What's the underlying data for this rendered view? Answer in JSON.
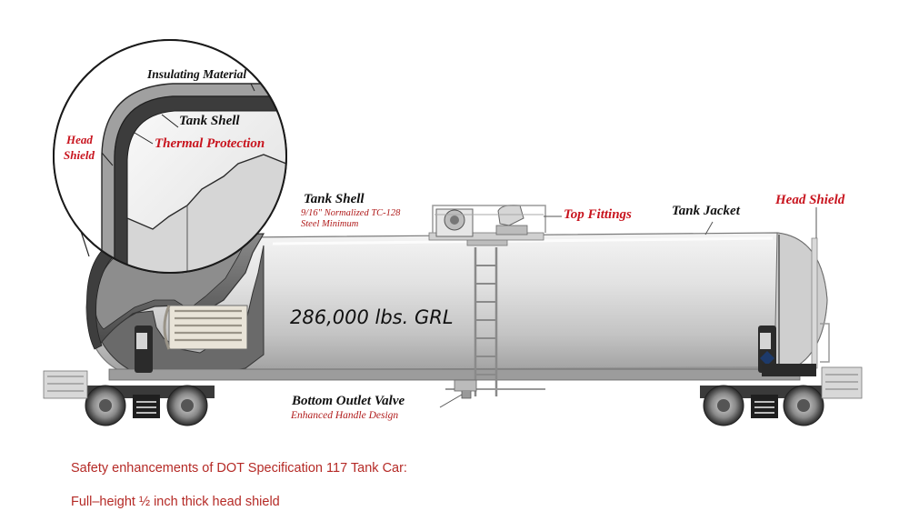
{
  "labels": {
    "insulating_material": "Insulating Material",
    "tank_shell_inset": "Tank Shell",
    "thermal_protection": "Thermal Protection",
    "head_shield_left_line1": "Head",
    "head_shield_left_line2": "Shield",
    "tank_shell": "Tank Shell",
    "tank_shell_spec_line1": "9/16\" Normalized TC-128",
    "tank_shell_spec_line2": "Steel Minimum",
    "top_fittings": "Top Fittings",
    "tank_jacket": "Tank Jacket",
    "head_shield_right": "Head Shield",
    "grl": "286,000 lbs. GRL",
    "bottom_outlet_valve": "Bottom Outlet Valve",
    "bottom_outlet_sub": "Enhanced Handle Design"
  },
  "caption": {
    "line1": "Safety enhancements of DOT Specification 117 Tank Car:",
    "line2": "Full–height ½ inch thick head shield"
  },
  "colors": {
    "accent_red": "#c8141e",
    "caption_red": "#b52a26",
    "label_black": "#111111"
  }
}
